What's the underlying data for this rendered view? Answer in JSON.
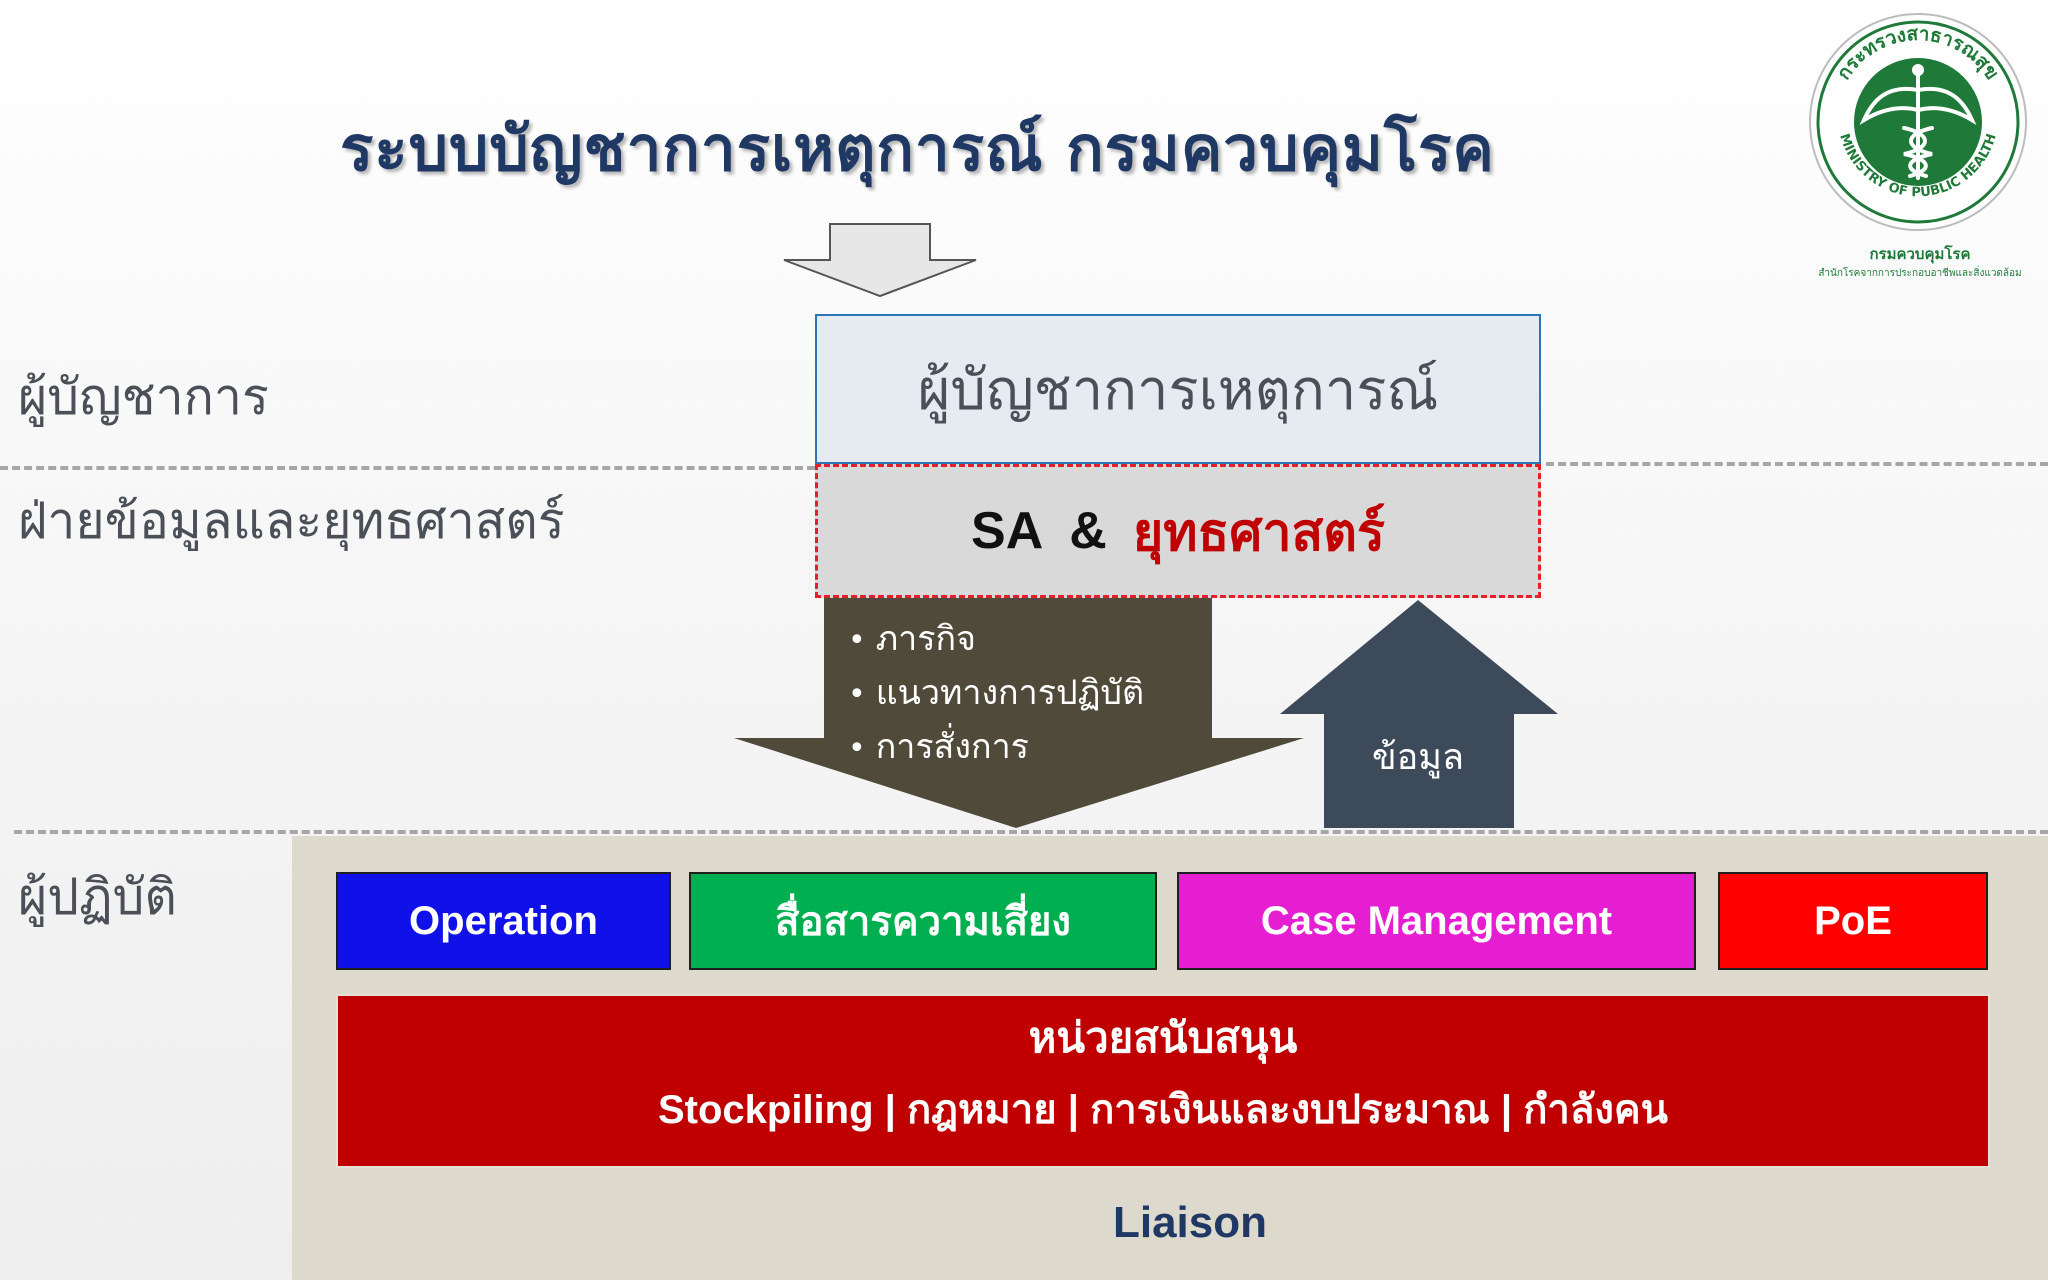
{
  "title": "ระบบบัญชาการเหตุการณ์ กรมควบคุมโรค",
  "tiers": {
    "commander": "ผู้บัญชาการ",
    "info_strategy": "ฝ่ายข้อมูลและยุทธศาสตร์",
    "operators": "ผู้ปฏิบัติ"
  },
  "commander_box": {
    "label": "ผู้บัญชาการเหตุการณ์"
  },
  "sa_box": {
    "sa": "SA",
    "amp": "&",
    "strategy": "ยุทธศาสตร์"
  },
  "down_arrow": {
    "items": [
      "ภารกิจ",
      "แนวทางการปฏิบัติ",
      "การสั่งการ"
    ]
  },
  "up_arrow": {
    "label": "ข้อมูล"
  },
  "functions": [
    {
      "label": "Operation",
      "color": "#1010e8"
    },
    {
      "label": "สื่อสารความเสี่ยง",
      "color": "#00b050"
    },
    {
      "label": "Case Management",
      "color": "#e61ed2"
    },
    {
      "label": "PoE",
      "color": "#ff0000"
    }
  ],
  "support": {
    "title": "หน่วยสนับสนุน",
    "items": "Stockpiling | กฎหมาย | การเงินและงบประมาณ | กำลังคน"
  },
  "liaison": "Liaison",
  "logo": {
    "ring_top": "กระทรวงสาธารณสุข",
    "ring_bottom": "MINISTRY OF PUBLIC HEALTH",
    "line1": "กรมควบคุมโรค",
    "line2": "สำนักโรคจากการประกอบอาชีพและสิ่งแวดล้อม"
  },
  "colors": {
    "title": "#1f3864",
    "down_arrow": "#4f4a3a",
    "up_arrow": "#3d4a5a",
    "support": "#c00000",
    "ops_panel": "#ddd9cc"
  }
}
